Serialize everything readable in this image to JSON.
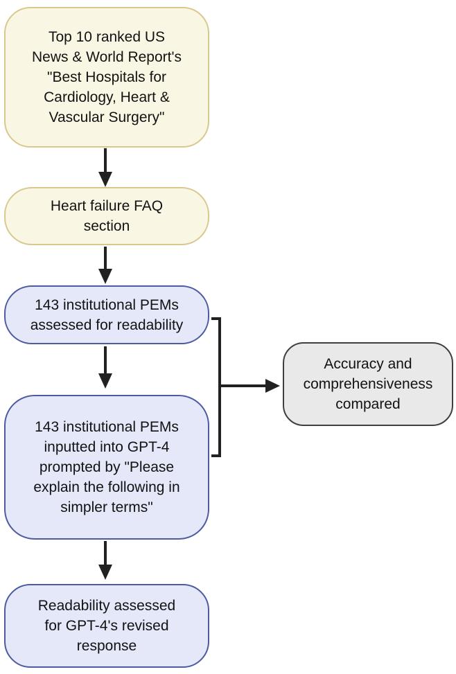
{
  "diagram": {
    "type": "flowchart",
    "background": "#ffffff",
    "colors": {
      "cream_fill": "#faf6e4",
      "cream_border": "#d9c88e",
      "blue_fill": "#e4e8f8",
      "blue_border": "#4c5aa0",
      "gray_fill": "#e9e9e9",
      "gray_border": "#3e3e3e",
      "arrow": "#212121",
      "text": "#121212"
    },
    "nodes": [
      {
        "id": "top10-hospitals",
        "style": "cream",
        "text": "Top 10 ranked US\nNews & World Report's\n\"Best Hospitals for\nCardiology, Heart &\nVascular Surgery\""
      },
      {
        "id": "heart-failure-faq",
        "style": "cream",
        "text": "Heart failure FAQ\nsection"
      },
      {
        "id": "pems-readability",
        "style": "blue",
        "text": "143 institutional PEMs\nassessed for readability"
      },
      {
        "id": "pems-gpt4-input",
        "style": "blue",
        "text": "143 institutional PEMs\ninputted into GPT-4\nprompted by \"Please\nexplain the following in\nsimpler terms\""
      },
      {
        "id": "readability-revised",
        "style": "blue",
        "text": "Readability assessed\nfor GPT-4's revised\nresponse"
      },
      {
        "id": "accuracy-compared",
        "style": "gray",
        "text": "Accuracy and\ncomprehensiveness\ncompared"
      }
    ],
    "edges": [
      {
        "from": "top10-hospitals",
        "to": "heart-failure-faq",
        "kind": "arrow-down"
      },
      {
        "from": "heart-failure-faq",
        "to": "pems-readability",
        "kind": "arrow-down"
      },
      {
        "from": "pems-readability",
        "to": "pems-gpt4-input",
        "kind": "arrow-down"
      },
      {
        "from": "pems-gpt4-input",
        "to": "readability-revised",
        "kind": "arrow-down"
      },
      {
        "from": "pems-readability + pems-gpt4-input",
        "to": "accuracy-compared",
        "kind": "bracket-arrow-right"
      }
    ]
  }
}
